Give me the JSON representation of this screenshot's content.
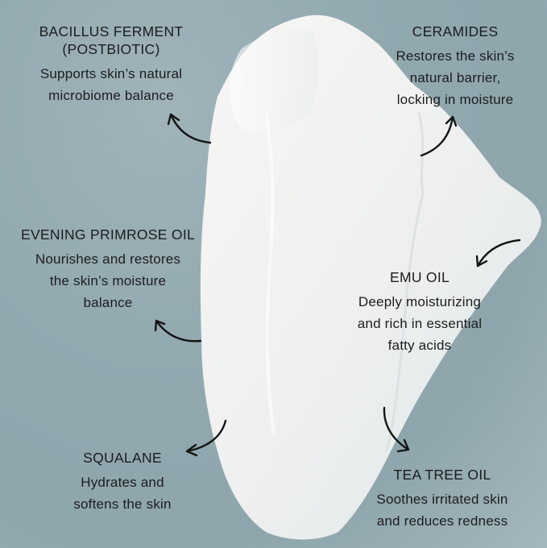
{
  "image": {
    "description": "Skin cream swatch with ingredient callouts",
    "colors": {
      "background": "#91a8af",
      "cream": "#f4f3f1",
      "text": "#1b1d1e"
    }
  },
  "callouts": [
    {
      "id": "bacillus",
      "title": "BACILLUS FERMENT\n(POSTBIOTIC)",
      "title_line1": "BACILLUS FERMENT",
      "title_line2": "(POSTBIOTIC)",
      "desc_line1": "Supports skin’s natural",
      "desc_line2": "microbiome balance"
    },
    {
      "id": "ceramides",
      "title_line1": "CERAMIDES",
      "desc_line1": "Restores the skin’s",
      "desc_line2": "natural barrier,",
      "desc_line3": "locking in moisture"
    },
    {
      "id": "primrose",
      "title_line1": "EVENING PRIMROSE OIL",
      "desc_line1": "Nourishes and restores",
      "desc_line2": "the skin’s moisture",
      "desc_line3": "balance"
    },
    {
      "id": "emu",
      "title_line1": "EMU OIL",
      "desc_line1": "Deeply moisturizing",
      "desc_line2": "and rich in essential",
      "desc_line3": "fatty acids"
    },
    {
      "id": "squalane",
      "title_line1": "SQUALANE",
      "desc_line1": "Hydrates and",
      "desc_line2": "softens the skin"
    },
    {
      "id": "teatree",
      "title_line1": "TEA TREE OIL",
      "desc_line1": "Soothes irritated skin",
      "desc_line2": "and reduces redness"
    }
  ],
  "icons": [
    "curved-arrow-icon"
  ]
}
